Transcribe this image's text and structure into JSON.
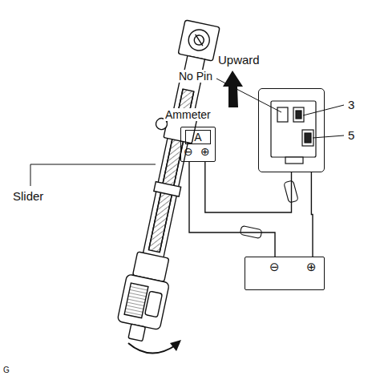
{
  "diagram": {
    "nodes": [
      {
        "text": [
          "No Pin"
        ]
      },
      {
        "text": [
          "Ammeter",
          "A",
          "⊖",
          "⊕"
        ]
      },
      {
        "text": [
          "⊖",
          "⊕"
        ]
      }
    ],
    "edges": [
      {
        "from": 2,
        "to": 0,
        "arrow": "none"
      },
      {
        "from": 0,
        "to": 1,
        "arrow": "none"
      },
      {
        "from": 1,
        "to": 2,
        "arrow": "none"
      }
    ],
    "labels": [
      "Upward",
      "3",
      "5",
      "Slider",
      "G"
    ]
  }
}
